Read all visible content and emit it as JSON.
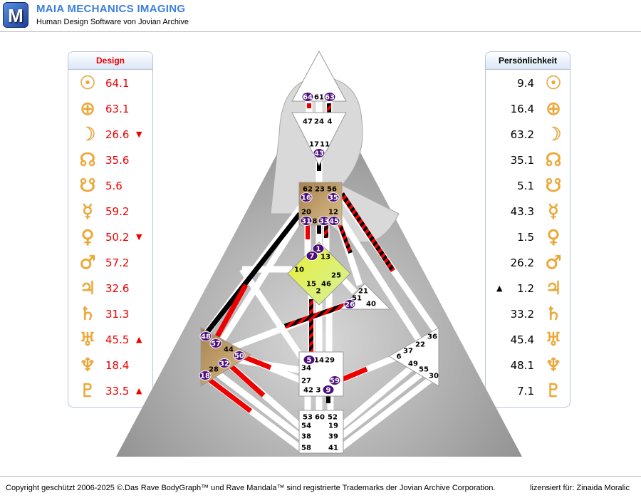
{
  "header": {
    "logo": "M",
    "title": "MAIA MECHANICS IMAGING",
    "subtitle": "Human Design Software von Jovian Archive"
  },
  "design": {
    "title": "Design",
    "rows": [
      {
        "icon": "sun-icon",
        "symbol": "☉",
        "value": "64.1",
        "arrow": ""
      },
      {
        "icon": "earth-icon",
        "symbol": "⊕",
        "value": "63.1",
        "arrow": ""
      },
      {
        "icon": "moon-icon",
        "symbol": "☽",
        "value": "26.6",
        "arrow": "▼"
      },
      {
        "icon": "north-node-icon",
        "symbol": "☊",
        "value": "35.6",
        "arrow": ""
      },
      {
        "icon": "south-node-icon",
        "symbol": "☋",
        "value": "5.6",
        "arrow": ""
      },
      {
        "icon": "mercury-icon",
        "symbol": "☿",
        "value": "59.2",
        "arrow": ""
      },
      {
        "icon": "venus-icon",
        "symbol": "♀",
        "value": "50.2",
        "arrow": "▼"
      },
      {
        "icon": "mars-icon",
        "symbol": "♂",
        "value": "57.2",
        "arrow": ""
      },
      {
        "icon": "jupiter-icon",
        "symbol": "♃",
        "value": "32.6",
        "arrow": ""
      },
      {
        "icon": "saturn-icon",
        "symbol": "♄",
        "value": "31.3",
        "arrow": ""
      },
      {
        "icon": "uranus-icon",
        "symbol": "♅",
        "value": "45.5",
        "arrow": "▲"
      },
      {
        "icon": "neptune-icon",
        "symbol": "♆",
        "value": "18.4",
        "arrow": ""
      },
      {
        "icon": "pluto-icon",
        "symbol": "♇",
        "value": "33.5",
        "arrow": "▲"
      }
    ]
  },
  "personality": {
    "title": "Persönlichkeit",
    "rows": [
      {
        "icon": "sun-icon",
        "symbol": "☉",
        "value": "9.4",
        "arrow": ""
      },
      {
        "icon": "earth-icon",
        "symbol": "⊕",
        "value": "16.4",
        "arrow": ""
      },
      {
        "icon": "moon-icon",
        "symbol": "☽",
        "value": "63.2",
        "arrow": ""
      },
      {
        "icon": "north-node-icon",
        "symbol": "☊",
        "value": "35.1",
        "arrow": ""
      },
      {
        "icon": "south-node-icon",
        "symbol": "☋",
        "value": "5.1",
        "arrow": ""
      },
      {
        "icon": "mercury-icon",
        "symbol": "☿",
        "value": "43.3",
        "arrow": ""
      },
      {
        "icon": "venus-icon",
        "symbol": "♀",
        "value": "1.5",
        "arrow": ""
      },
      {
        "icon": "mars-icon",
        "symbol": "♂",
        "value": "26.2",
        "arrow": ""
      },
      {
        "icon": "jupiter-icon",
        "symbol": "♃",
        "value": "1.2",
        "arrow": "▲"
      },
      {
        "icon": "saturn-icon",
        "symbol": "♄",
        "value": "33.2",
        "arrow": ""
      },
      {
        "icon": "uranus-icon",
        "symbol": "♅",
        "value": "45.4",
        "arrow": ""
      },
      {
        "icon": "neptune-icon",
        "symbol": "♆",
        "value": "48.1",
        "arrow": ""
      },
      {
        "icon": "pluto-icon",
        "symbol": "♇",
        "value": "7.1",
        "arrow": ""
      }
    ]
  },
  "colors": {
    "design": "#ff0000",
    "personality": "#000000",
    "active_gate": "#4b0f7a",
    "planet": "#f0a82a"
  },
  "gates": [
    {
      "n": "64",
      "a": true
    },
    {
      "n": "61",
      "a": false
    },
    {
      "n": "63",
      "a": true
    },
    {
      "n": "47",
      "a": false
    },
    {
      "n": "24",
      "a": false
    },
    {
      "n": "4",
      "a": false
    },
    {
      "n": "17",
      "a": false
    },
    {
      "n": "11",
      "a": false
    },
    {
      "n": "43",
      "a": true
    },
    {
      "n": "62",
      "a": false
    },
    {
      "n": "23",
      "a": false
    },
    {
      "n": "56",
      "a": false
    },
    {
      "n": "16",
      "a": true
    },
    {
      "n": "35",
      "a": true
    },
    {
      "n": "20",
      "a": false
    },
    {
      "n": "12",
      "a": false
    },
    {
      "n": "31",
      "a": true
    },
    {
      "n": "8",
      "a": false
    },
    {
      "n": "33",
      "a": true
    },
    {
      "n": "45",
      "a": true
    },
    {
      "n": "1",
      "a": true
    },
    {
      "n": "7",
      "a": true
    },
    {
      "n": "13",
      "a": false
    },
    {
      "n": "10",
      "a": false
    },
    {
      "n": "25",
      "a": false
    },
    {
      "n": "15",
      "a": false
    },
    {
      "n": "46",
      "a": false
    },
    {
      "n": "2",
      "a": false
    },
    {
      "n": "21",
      "a": false
    },
    {
      "n": "51",
      "a": false
    },
    {
      "n": "26",
      "a": true
    },
    {
      "n": "40",
      "a": false
    },
    {
      "n": "48",
      "a": true
    },
    {
      "n": "57",
      "a": true
    },
    {
      "n": "44",
      "a": false
    },
    {
      "n": "50",
      "a": true
    },
    {
      "n": "32",
      "a": true
    },
    {
      "n": "28",
      "a": false
    },
    {
      "n": "18",
      "a": true
    },
    {
      "n": "5",
      "a": true
    },
    {
      "n": "14",
      "a": false
    },
    {
      "n": "29",
      "a": false
    },
    {
      "n": "34",
      "a": false
    },
    {
      "n": "27",
      "a": false
    },
    {
      "n": "59",
      "a": true
    },
    {
      "n": "42",
      "a": false
    },
    {
      "n": "3",
      "a": false
    },
    {
      "n": "9",
      "a": true
    },
    {
      "n": "36",
      "a": false
    },
    {
      "n": "22",
      "a": false
    },
    {
      "n": "37",
      "a": false
    },
    {
      "n": "6",
      "a": false
    },
    {
      "n": "49",
      "a": false
    },
    {
      "n": "55",
      "a": false
    },
    {
      "n": "30",
      "a": false
    },
    {
      "n": "53",
      "a": false
    },
    {
      "n": "60",
      "a": false
    },
    {
      "n": "52",
      "a": false
    },
    {
      "n": "54",
      "a": false
    },
    {
      "n": "19",
      "a": false
    },
    {
      "n": "38",
      "a": false
    },
    {
      "n": "39",
      "a": false
    },
    {
      "n": "58",
      "a": false
    },
    {
      "n": "41",
      "a": false
    }
  ],
  "footer": {
    "copyright": "Copyright geschützt 2006-2025 ©.Das Rave BodyGraph™ und Rave Mandala™ sind registrierte Trademarks der Jovian Archive Corporation.",
    "license": "lizensiert für: Zinaida Moralic"
  }
}
